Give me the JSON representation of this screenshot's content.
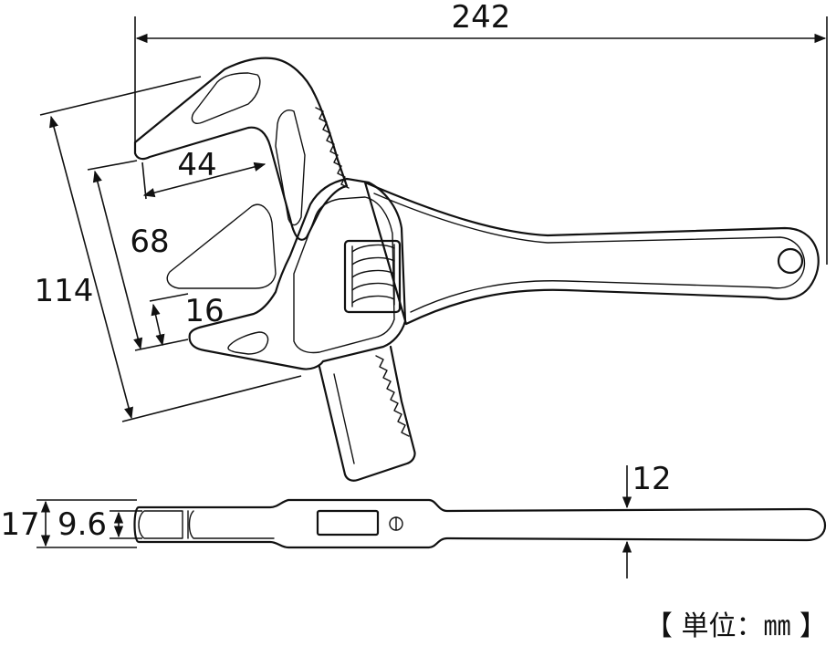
{
  "dimensions": {
    "overall_length": "242",
    "jaw_depth": "44",
    "max_opening": "68",
    "min_opening": "16",
    "head_width": "114",
    "handle_thickness": "12",
    "body_thickness": "17",
    "jaw_thickness": "9.6"
  },
  "unit_label": "【 単位：㎜ 】",
  "colors": {
    "line": "#111111",
    "background": "#ffffff"
  }
}
